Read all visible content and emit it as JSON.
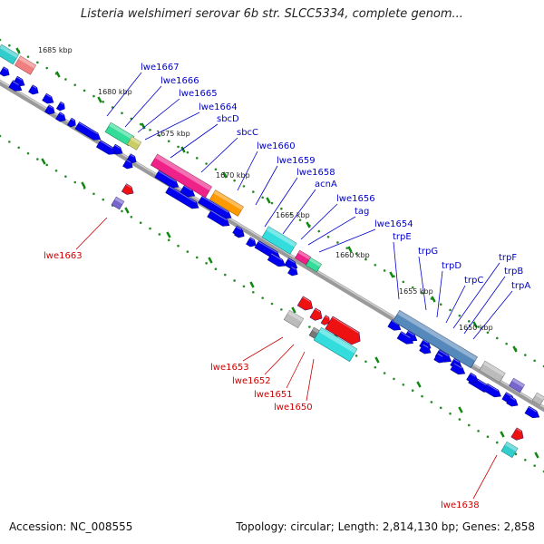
{
  "title": "Listeria welshimeri serovar 6b str. SLCC5334, complete genom...",
  "footer": {
    "accession": "Accession: NC_008555",
    "summary": "Topology: circular; Length: 2,814,130 bp; Genes: 2,858"
  },
  "colors": {
    "forward_label": "#0000cc",
    "reverse_label": "#cc0000",
    "cds_arrow": "#0000ee",
    "backbone": "#888888",
    "tick": "#007700"
  },
  "ticks": [
    "1685 kbp",
    "1680 kbp",
    "1675 kbp",
    "1670 kbp",
    "1665 kbp",
    "1660 kbp",
    "1655 kbp",
    "1650 kbp"
  ],
  "upper_labels": [
    "lwe1667",
    "lwe1666",
    "lwe1665",
    "lwe1664",
    "sbcD",
    "sbcC",
    "lwe1660",
    "lwe1659",
    "lwe1658",
    "acnA",
    "lwe1656",
    "tag",
    "lwe1654",
    "trpE",
    "trpG",
    "trpD",
    "trpC",
    "trpF",
    "trpB",
    "trpA"
  ],
  "lower_labels": [
    "lwe1663",
    "lwe1653",
    "lwe1652",
    "lwe1651",
    "lwe1650",
    "lwe1638"
  ]
}
